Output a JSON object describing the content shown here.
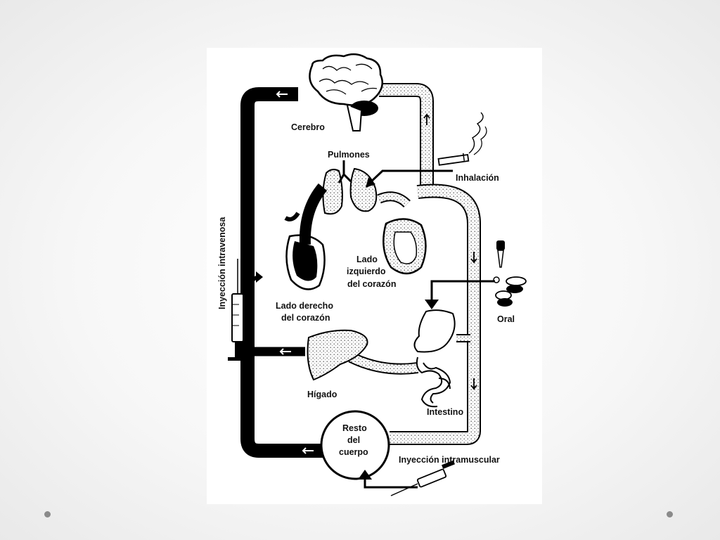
{
  "slide": {
    "background": "#f2f2f2",
    "dot_color": "#8a8a8a"
  },
  "diagram": {
    "labels": {
      "brain": "Cerebro",
      "lungs": "Pulmones",
      "inhalation": "Inhalación",
      "left_heart_1": "Lado",
      "left_heart_2": "izquierdo",
      "left_heart_3": "del corazón",
      "right_heart_1": "Lado derecho",
      "right_heart_2": "del corazón",
      "iv_injection": "Inyección intravenosa",
      "oral": "Oral",
      "liver": "Hígado",
      "intestine": "Intestino",
      "rest_1": "Resto",
      "rest_2": "del",
      "rest_3": "cuerpo",
      "im_injection": "Inyección intramuscular"
    },
    "colors": {
      "venous": "#000000",
      "arterial_fill": "#ffffff",
      "stroke": "#000000"
    }
  }
}
